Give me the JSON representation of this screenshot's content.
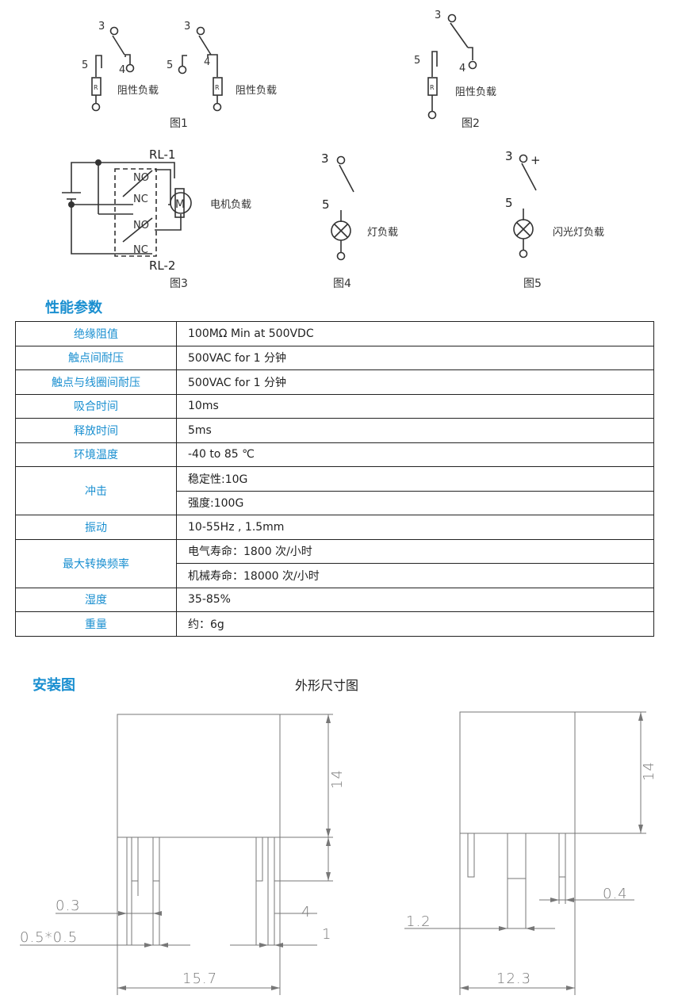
{
  "diagrams": {
    "fig1": {
      "caption": "图1",
      "pin3": "3",
      "pin4": "4",
      "pin5": "5",
      "resistor": "R",
      "load_label": "阻性负载"
    },
    "fig2": {
      "caption": "图2",
      "pin3": "3",
      "pin4": "4",
      "pin5": "5",
      "resistor": "R",
      "load_label": "阻性负载"
    },
    "fig3": {
      "caption": "图3",
      "relay1": "RL-1",
      "relay2": "RL-2",
      "no": "NO",
      "nc": "NC",
      "motor": "M",
      "load_label": "电机负载"
    },
    "fig4": {
      "caption": "图4",
      "pin3": "3",
      "pin5": "5",
      "load_label": "灯负载"
    },
    "fig5": {
      "caption": "图5",
      "pin3": "3",
      "plus": "+",
      "pin5": "5",
      "load_label": "闪光灯负载"
    }
  },
  "performance": {
    "title": "性能参数",
    "rows": [
      {
        "key": "绝缘阻值",
        "values": [
          "100MΩ  Min at 500VDC"
        ]
      },
      {
        "key": "触点间耐压",
        "values": [
          "500VAC for 1 分钟"
        ]
      },
      {
        "key": "触点与线圈间耐压",
        "values": [
          "500VAC for 1 分钟"
        ]
      },
      {
        "key": "吸合时间",
        "values": [
          "10ms"
        ]
      },
      {
        "key": "释放时间",
        "values": [
          "5ms"
        ]
      },
      {
        "key": "环境温度",
        "values": [
          "-40 to 85  ℃"
        ]
      },
      {
        "key": "冲击",
        "values": [
          "稳定性:10G",
          "强度:100G"
        ]
      },
      {
        "key": "振动",
        "values": [
          "10-55Hz , 1.5mm"
        ]
      },
      {
        "key": "最大转换频率",
        "values": [
          "电气寿命：1800 次/小时",
          "机械寿命：18000 次/小时"
        ]
      },
      {
        "key": "湿度",
        "values": [
          "35-85%"
        ]
      },
      {
        "key": "重量",
        "values": [
          "约：6g"
        ]
      }
    ]
  },
  "installation": {
    "title": "安装图",
    "subtitle": "外形尺寸图",
    "front": {
      "height": "14",
      "pin_length": "4",
      "pin_pitch": "1",
      "pin_width": "0.3",
      "pin_section": "0.5*0.5",
      "width": "15.7"
    },
    "side": {
      "height": "14",
      "pin_thickness": "0.4",
      "pin_width": "1.2",
      "width": "12.3"
    }
  },
  "colors": {
    "accent": "#1a8fd0",
    "line": "#333333",
    "dimension": "#7a7a7a"
  }
}
